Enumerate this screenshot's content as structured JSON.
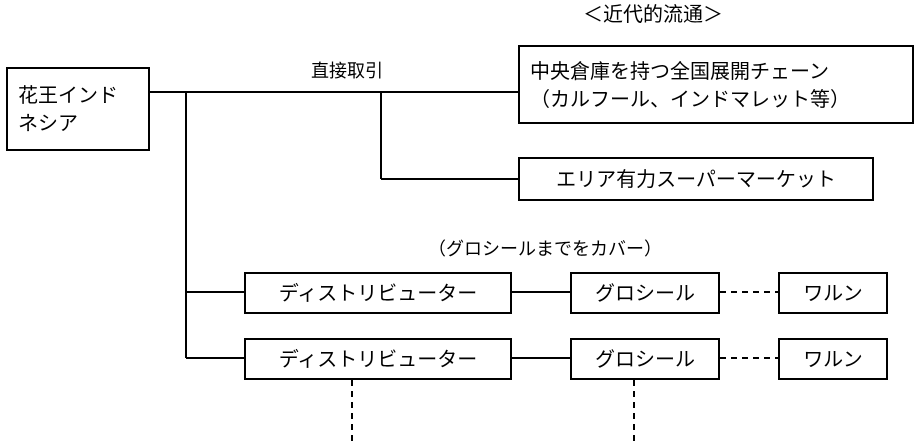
{
  "header": "＜近代的流通＞",
  "source_box": {
    "line1": "花王インド",
    "line2": "ネシア"
  },
  "direct_label": "直接取引",
  "chain_box": {
    "line1": "中央倉庫を持つ全国展開チェーン",
    "line2": "（カルフール、インドマレット等）"
  },
  "area_box": "エリア有力スーパーマーケット",
  "grosir_note": "（グロシールまでをカバー）",
  "rows": [
    {
      "distributor": "ディストリビューター",
      "grosir": "グロシール",
      "warung": "ワルン"
    },
    {
      "distributor": "ディストリビューター",
      "grosir": "グロシール",
      "warung": "ワルン"
    }
  ]
}
